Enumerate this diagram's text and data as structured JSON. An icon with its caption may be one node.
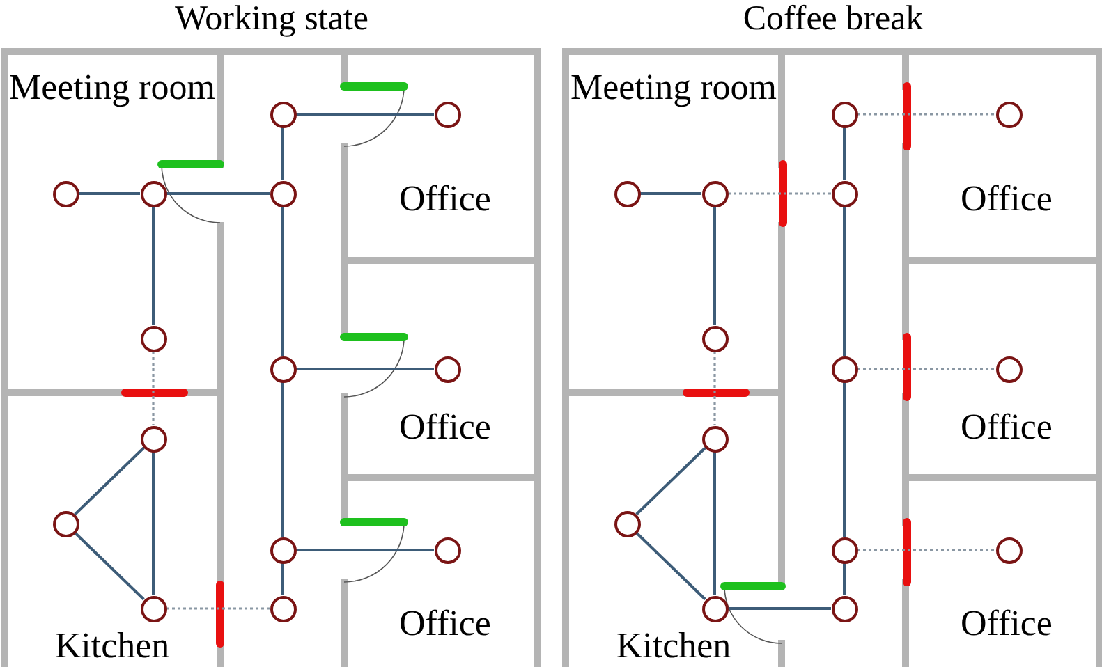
{
  "diagram": {
    "nodes": [
      {
        "text": [
          "Working state"
        ]
      },
      {
        "text": [
          "Meeting room"
        ],
        "in": 0
      },
      {
        "text": [
          "Office"
        ],
        "in": 0
      },
      {
        "text": [
          "Office"
        ],
        "in": 0
      },
      {
        "text": [
          "Kitchen"
        ],
        "in": 0
      },
      {
        "text": [
          "Office"
        ],
        "in": 0
      },
      {
        "text": [],
        "shape": "circle",
        "in": 0
      },
      {
        "text": [],
        "shape": "circle",
        "in": 2
      },
      {
        "text": [],
        "shape": "circle",
        "in": 1
      },
      {
        "text": [],
        "shape": "circle",
        "in": 1
      },
      {
        "text": [],
        "shape": "circle",
        "in": 0
      },
      {
        "text": [],
        "shape": "circle",
        "in": 1
      },
      {
        "text": [],
        "shape": "circle",
        "in": 0
      },
      {
        "text": [],
        "shape": "circle",
        "in": 3
      },
      {
        "text": [],
        "shape": "circle",
        "in": 4
      },
      {
        "text": [],
        "shape": "circle",
        "in": 4
      },
      {
        "text": [],
        "shape": "circle",
        "in": 0
      },
      {
        "text": [],
        "shape": "circle",
        "in": 5
      },
      {
        "text": [],
        "shape": "circle",
        "in": 4
      },
      {
        "text": [],
        "shape": "circle",
        "in": 0
      },
      {
        "text": [
          "Coffee break"
        ]
      },
      {
        "text": [
          "Meeting room"
        ],
        "in": 20
      },
      {
        "text": [
          "Office"
        ],
        "in": 20
      },
      {
        "text": [
          "Office"
        ],
        "in": 20
      },
      {
        "text": [
          "Kitchen"
        ],
        "in": 20
      },
      {
        "text": [
          "Office"
        ],
        "in": 20
      },
      {
        "text": [],
        "shape": "circle",
        "in": 20
      },
      {
        "text": [],
        "shape": "circle",
        "in": 22
      },
      {
        "text": [],
        "shape": "circle",
        "in": 21
      },
      {
        "text": [],
        "shape": "circle",
        "in": 21
      },
      {
        "text": [],
        "shape": "circle",
        "in": 20
      },
      {
        "text": [],
        "shape": "circle",
        "in": 21
      },
      {
        "text": [],
        "shape": "circle",
        "in": 20
      },
      {
        "text": [],
        "shape": "circle",
        "in": 23
      },
      {
        "text": [],
        "shape": "circle",
        "in": 24
      },
      {
        "text": [],
        "shape": "circle",
        "in": 24
      },
      {
        "text": [],
        "shape": "circle",
        "in": 20
      },
      {
        "text": [],
        "shape": "circle",
        "in": 25
      },
      {
        "text": [],
        "shape": "circle",
        "in": 24
      },
      {
        "text": [],
        "shape": "circle",
        "in": 20
      }
    ],
    "edges": [
      {
        "from": 8,
        "to": 9,
        "arrow": "none"
      },
      {
        "from": 9,
        "to": 11,
        "arrow": "none"
      },
      {
        "from": 9,
        "to": 10,
        "arrow": "none"
      },
      {
        "from": 11,
        "to": 14,
        "arrow": "none",
        "style": "dashed",
        "color": "#8a97a3"
      },
      {
        "from": 14,
        "to": 15,
        "arrow": "none"
      },
      {
        "from": 14,
        "to": 18,
        "arrow": "none"
      },
      {
        "from": 15,
        "to": 18,
        "arrow": "none"
      },
      {
        "from": 18,
        "to": 19,
        "arrow": "none",
        "style": "dashed",
        "color": "#8a97a3"
      },
      {
        "from": 6,
        "to": 10,
        "arrow": "none"
      },
      {
        "from": 10,
        "to": 12,
        "arrow": "none"
      },
      {
        "from": 12,
        "to": 16,
        "arrow": "none"
      },
      {
        "from": 16,
        "to": 19,
        "arrow": "none"
      },
      {
        "from": 6,
        "to": 7,
        "arrow": "none"
      },
      {
        "from": 12,
        "to": 13,
        "arrow": "none"
      },
      {
        "from": 16,
        "to": 17,
        "arrow": "none"
      },
      {
        "from": 28,
        "to": 29,
        "arrow": "none"
      },
      {
        "from": 29,
        "to": 31,
        "arrow": "none"
      },
      {
        "from": 29,
        "to": 30,
        "arrow": "none",
        "style": "dashed",
        "color": "#8a97a3"
      },
      {
        "from": 31,
        "to": 34,
        "arrow": "none",
        "style": "dashed",
        "color": "#8a97a3"
      },
      {
        "from": 34,
        "to": 35,
        "arrow": "none"
      },
      {
        "from": 34,
        "to": 38,
        "arrow": "none"
      },
      {
        "from": 35,
        "to": 38,
        "arrow": "none"
      },
      {
        "from": 38,
        "to": 39,
        "arrow": "none"
      },
      {
        "from": 26,
        "to": 30,
        "arrow": "none"
      },
      {
        "from": 30,
        "to": 32,
        "arrow": "none"
      },
      {
        "from": 32,
        "to": 36,
        "arrow": "none"
      },
      {
        "from": 36,
        "to": 39,
        "arrow": "none"
      },
      {
        "from": 26,
        "to": 27,
        "arrow": "none",
        "style": "dashed",
        "color": "#8a97a3"
      },
      {
        "from": 32,
        "to": 33,
        "arrow": "none",
        "style": "dashed",
        "color": "#8a97a3"
      },
      {
        "from": 36,
        "to": 37,
        "arrow": "none",
        "style": "dashed",
        "color": "#8a97a3"
      }
    ]
  }
}
